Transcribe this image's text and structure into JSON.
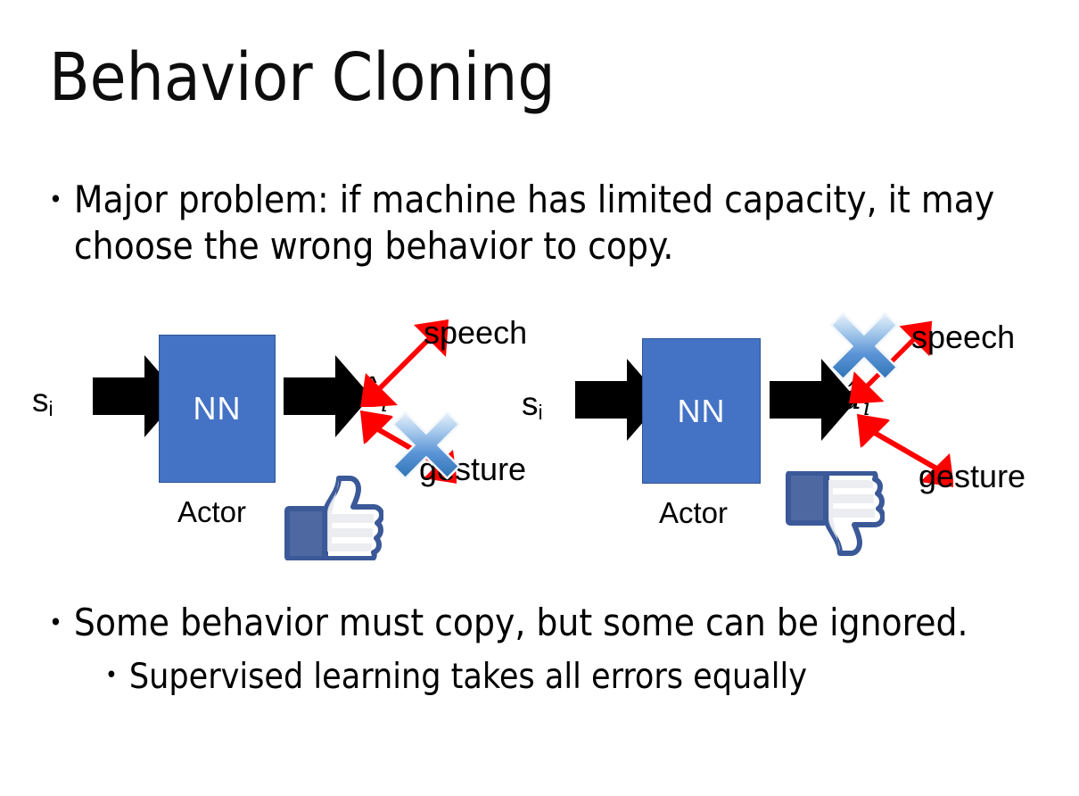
{
  "slide": {
    "title": "Behavior Cloning",
    "background_color": "#FFFFFF"
  },
  "bullets": {
    "top": {
      "marker": "•",
      "text": "Major problem: if machine has limited capacity, it may choose the wrong behavior to copy."
    },
    "bottom_level1": {
      "marker": "•",
      "text": "Some behavior must copy, but some can be ignored."
    },
    "bottom_level2": {
      "marker": "•",
      "text": "Supervised learning takes all errors equally"
    }
  },
  "diagrams": [
    {
      "id": "left",
      "state_label": "s",
      "state_subscript": "i",
      "box_label": "NN",
      "box_caption": "Actor",
      "output_label": "â",
      "output_subscript": "i",
      "branches": [
        {
          "name": "speech",
          "label": "speech",
          "crossed": false
        },
        {
          "name": "gesture",
          "label": "gesture",
          "crossed": true
        }
      ],
      "verdict_icon": "thumbs-up",
      "cross_on": "gesture"
    },
    {
      "id": "right",
      "state_label": "s",
      "state_subscript": "i",
      "box_label": "NN",
      "box_caption": "Actor",
      "output_label": "â",
      "output_subscript": "i",
      "branches": [
        {
          "name": "speech",
          "label": "speech",
          "crossed": true
        },
        {
          "name": "gesture",
          "label": "gesture",
          "crossed": false
        }
      ],
      "verdict_icon": "thumbs-down",
      "cross_on": "speech"
    }
  ],
  "colors": {
    "nn_box_fill": "#4472C4",
    "nn_box_border": "#2F5597",
    "nn_text": "#FFFFFF",
    "block_arrow": "#000000",
    "branch_arrow": "#FF0000",
    "cross_light": "#CFE2F7",
    "cross_mid": "#7FB2E5",
    "cross_dark": "#2E74B5",
    "thumb_outline": "#3B5998",
    "thumb_fill": "#FFFFFF",
    "thumb_cuff": "#4E69A2",
    "text": "#000000",
    "title_text": "#0D0D0D"
  }
}
